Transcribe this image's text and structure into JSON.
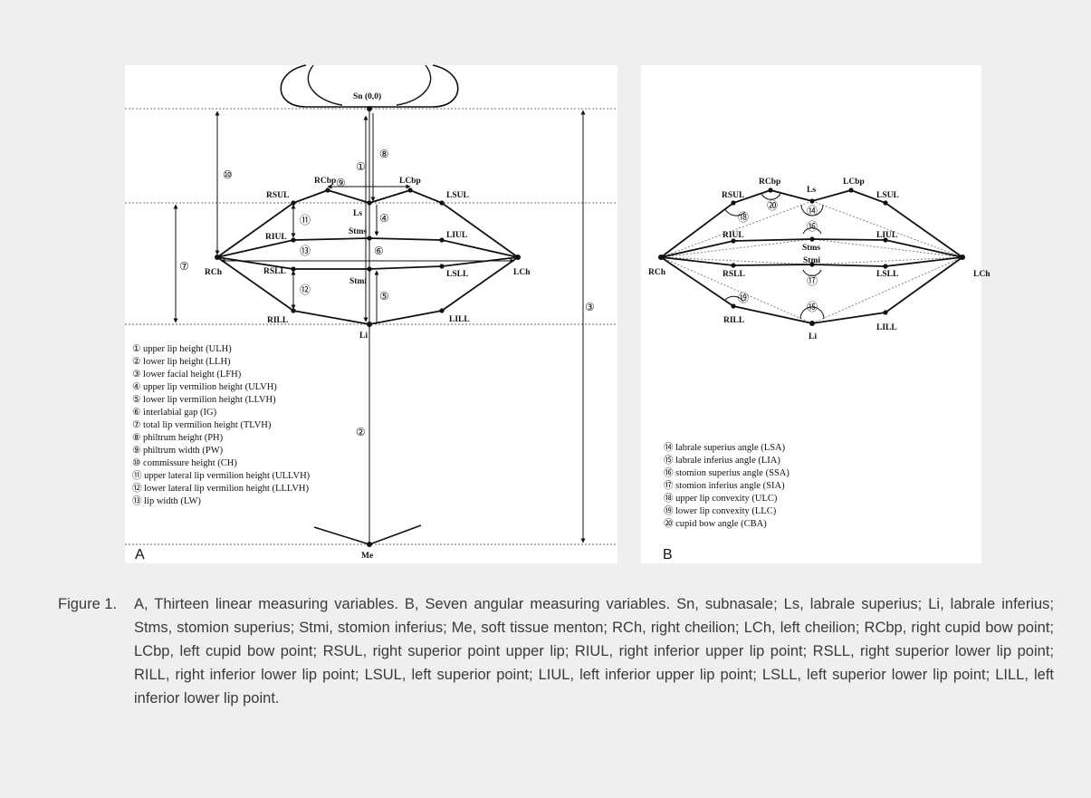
{
  "panel_a": {
    "letter": "A",
    "points": {
      "Sn": "Sn (0,0)",
      "RCbp": "RCbp",
      "LCbp": "LCbp",
      "RSUL": "RSUL",
      "LSUL": "LSUL",
      "Ls": "Ls",
      "Stms": "Stms",
      "RIUL": "RIUL",
      "LIUL": "LIUL",
      "RCh": "RCh",
      "LCh": "LCh",
      "RSLL": "RSLL",
      "LSLL": "LSLL",
      "Stmi": "Stmi",
      "RILL": "RILL",
      "LILL": "LILL",
      "Li": "Li",
      "Me": "Me"
    },
    "markers": [
      "①",
      "②",
      "③",
      "④",
      "⑤",
      "⑥",
      "⑦",
      "⑧",
      "⑨",
      "⑩",
      "⑪",
      "⑫",
      "⑬"
    ],
    "legend": [
      "① upper lip height (ULH)",
      "② lower lip height (LLH)",
      "③ lower facial height (LFH)",
      "④ upper lip vermilion height (ULVH)",
      "⑤ lower lip vermilion height (LLVH)",
      "⑥ interlabial gap (IG)",
      "⑦ total lip vermilion height (TLVH)",
      "⑧ philtrum height (PH)",
      "⑨ philtrum width (PW)",
      "⑩ commissure height (CH)",
      "⑪ upper lateral lip vermilion height (ULLVH)",
      "⑫ lower lateral lip vermilion height (LLLVH)",
      "⑬ lip width (LW)"
    ]
  },
  "panel_b": {
    "letter": "B",
    "points": {
      "RSUL": "RSUL",
      "RCbp": "RCbp",
      "Ls": "Ls",
      "LCbp": "LCbp",
      "LSUL": "LSUL",
      "RIUL": "RIUL",
      "Stms": "Stms",
      "LIUL": "LIUL",
      "RCh": "RCh",
      "LCh": "LCh",
      "RSLL": "RSLL",
      "Stmi": "Stmi",
      "LSLL": "LSLL",
      "RILL": "RILL",
      "Li": "Li",
      "LILL": "LILL"
    },
    "markers": [
      "⑭",
      "⑮",
      "⑯",
      "⑰",
      "⑱",
      "⑲",
      "⑳"
    ],
    "legend": [
      "⑭ labrale superius angle (LSA)",
      "⑮ labrale inferius angle (LIA)",
      "⑯ stomion superius angle (SSA)",
      "⑰ stomion inferius angle (SIA)",
      "⑱ upper lip convexity (ULC)",
      "⑲ lower lip convexity (LLC)",
      "⑳ cupid bow angle (CBA)"
    ]
  },
  "caption": {
    "prefix": "Figure 1.",
    "body": "A, Thirteen linear measuring variables. B, Seven angular measuring variables. Sn, subnasale; Ls, labrale superius; Li, labrale inferius; Stms, stomion superius; Stmi, stomion inferius; Me, soft tissue menton; RCh, right cheilion; LCh, left cheilion; RCbp, right cupid bow point; LCbp, left cupid bow point; RSUL, right superior point upper lip; RIUL, right inferior upper lip point; RSLL, right superior lower lip point; RILL, right inferior lower lip point; LSUL, left superior point; LIUL, left inferior upper lip point; LSLL, left superior lower lip point; LILL, left inferior lower lip point."
  }
}
